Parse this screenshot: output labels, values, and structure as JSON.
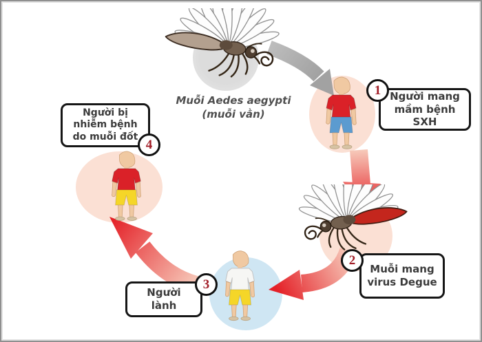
{
  "caption": {
    "line1": "Muỗi Aedes aegypti",
    "line2": "(muỗi vằn)"
  },
  "nodes": {
    "n1": {
      "number": "1",
      "label": "Người mang mầm bệnh SXH"
    },
    "n2": {
      "number": "2",
      "label": "Muỗi mang virus Degue"
    },
    "n3": {
      "number": "3",
      "label": "Người lành"
    },
    "n4": {
      "number": "4",
      "label": "Người bị nhiễm bệnh do muỗi đốt"
    }
  },
  "icons": {
    "mosquito_top": "mosquito-aedes-illustration",
    "mosquito_infected": "blood-fed-mosquito-illustration",
    "person_1": "infected-person-red-shirt",
    "person_3": "healthy-person-white-shirt",
    "person_4": "newly-infected-person-red-shirt"
  },
  "colors": {
    "arrow_red": "#e42027",
    "arrow_red_light": "#f7cdbd",
    "arrow_gray": "#a6a6a6",
    "circle_pink": "#fbe0d4",
    "circle_blue": "#cfe6f3",
    "circle_gray": "#dcdcdc",
    "badge_number": "#a11d27",
    "box_border": "#161616",
    "text_dark": "#3b3b3b",
    "shirt_red": "#da2128",
    "shirt_white": "#f6f6f4",
    "shorts_blue": "#5b9bd0",
    "shorts_yellow": "#f5d628",
    "skin": "#f0c9a2",
    "mosquito_blood": "#c4261d"
  }
}
